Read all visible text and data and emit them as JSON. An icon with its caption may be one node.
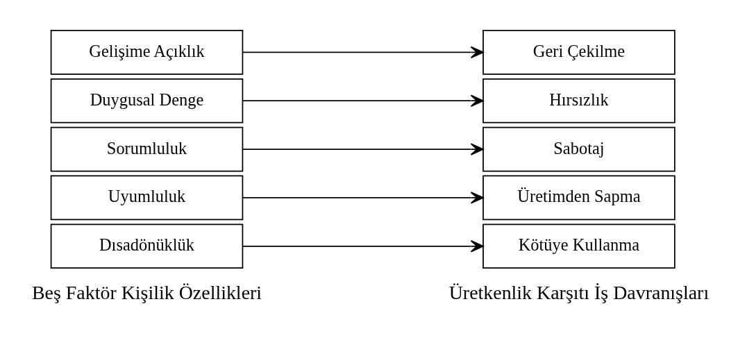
{
  "diagram": {
    "nodes": [
      {
        "text": [
          "Dısadönüklük"
        ]
      },
      {
        "text": [
          "Uyumluluk"
        ]
      },
      {
        "text": [
          "Sorumluluk"
        ]
      },
      {
        "text": [
          "Duygusal Denge"
        ]
      },
      {
        "text": [
          "Gelişime Açıklık"
        ]
      },
      {
        "text": [
          "Kötüye Kullanma"
        ]
      },
      {
        "text": [
          "Üretimden Sapma"
        ]
      },
      {
        "text": [
          "Sabotaj"
        ]
      },
      {
        "text": [
          "Hırsızlık"
        ]
      },
      {
        "text": [
          "Geri Çekilme"
        ]
      }
    ],
    "edges": [
      {
        "from": 0,
        "to": 5,
        "arrow": "to"
      },
      {
        "from": 1,
        "to": 6,
        "arrow": "to"
      },
      {
        "from": 2,
        "to": 7,
        "arrow": "to"
      },
      {
        "from": 3,
        "to": 8,
        "arrow": "to"
      },
      {
        "from": 4,
        "to": 9,
        "arrow": "to"
      }
    ],
    "labels": [
      "Beş Faktör Kişilik Özellikleri",
      "Üretkenlik Karşıtı İş Davranışları"
    ]
  }
}
